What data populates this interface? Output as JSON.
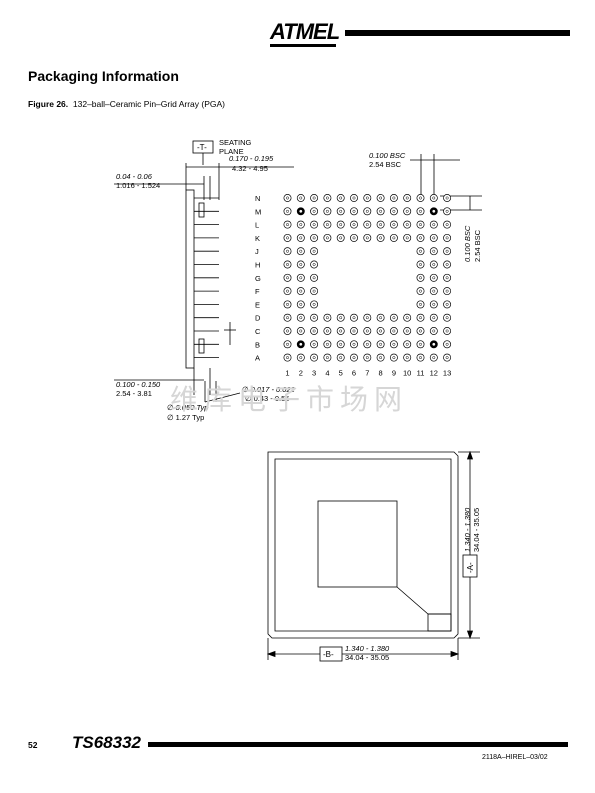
{
  "header": {
    "logo_text": "ATMEL"
  },
  "section_title": "Packaging Information",
  "figure": {
    "caption_label": "Figure 26.",
    "caption_text": "132–ball–Ceramic Pin–Grid Array (PGA)"
  },
  "side_view": {
    "datum_t": "-T-",
    "seating_plane_1": "SEATING",
    "seating_plane_2": "PLANE",
    "dim_body_in": "0.170 - 0.195",
    "dim_body_mm": "4.32 - 4.95",
    "dim_standoff_in": "0.04 - 0.06",
    "dim_standoff_mm": "1.016 - 1.524",
    "dim_pin_len_in": "0.100 - 0.150",
    "dim_pin_len_mm": "2.54 - 3.81",
    "dim_pin_dia_in": "∅ 0.017 - 0.022",
    "dim_pin_dia_mm": "∅ 0.43 - 0.55",
    "dim_standoff_dia_in": "∅ 0.050 Typ",
    "dim_standoff_dia_mm": "∅ 1.27 Typ"
  },
  "pin_grid": {
    "rows": [
      "N",
      "M",
      "L",
      "K",
      "J",
      "H",
      "G",
      "F",
      "E",
      "D",
      "C",
      "B",
      "A"
    ],
    "columns": [
      "1",
      "2",
      "3",
      "4",
      "5",
      "6",
      "7",
      "8",
      "9",
      "10",
      "11",
      "12",
      "13"
    ],
    "pitch_top_in": "0.100 BSC",
    "pitch_top_mm": "2.54 BSC",
    "pitch_side_in": "0.100 BSC",
    "pitch_side_mm": "2.54 BSC"
  },
  "bottom_view": {
    "datum_a": "-A-",
    "datum_b": "-B-",
    "dim_v_in": "1.340 - 1.380",
    "dim_v_mm": "34.04 - 35.05",
    "dim_h_in": "1.340 - 1.380",
    "dim_h_mm": "34.04 - 35.05"
  },
  "watermark": "维库电子市场网",
  "footer": {
    "page_number": "52",
    "product": "TS68332",
    "doc_ref": "2118A–HIREL–03/02"
  }
}
